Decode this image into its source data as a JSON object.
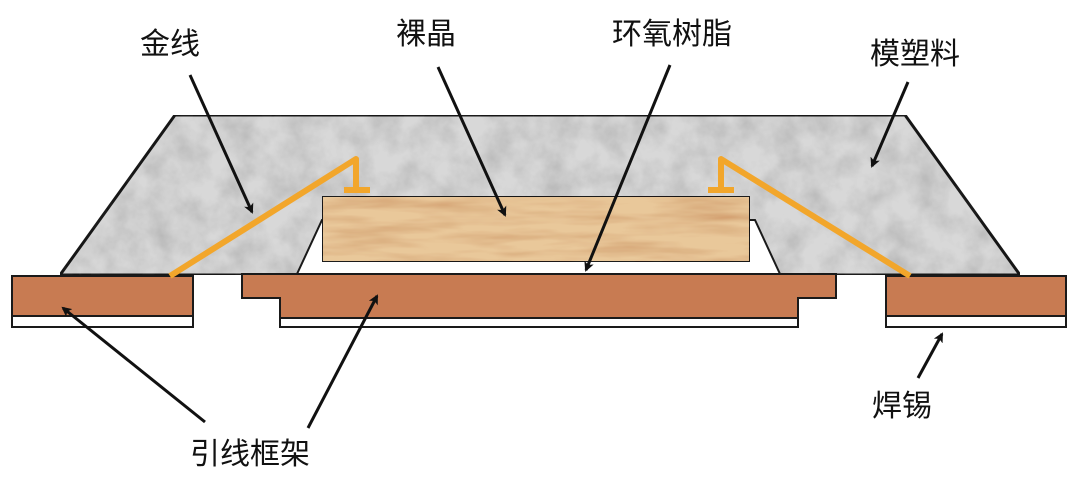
{
  "labels": {
    "gold_wire": "金线",
    "die": "裸晶",
    "epoxy": "环氧树脂",
    "mold_compound": "模塑料",
    "lead_frame": "引线框架",
    "solder": "焊锡"
  },
  "colors": {
    "mold_fill": "#d8d8d8",
    "die_fill": "#e9c89a",
    "lead_frame": "#c87b52",
    "gold_wire": "#f2a62b",
    "outline": "#1a1a1a",
    "solder": "#ffffff",
    "arrow": "#111111"
  }
}
